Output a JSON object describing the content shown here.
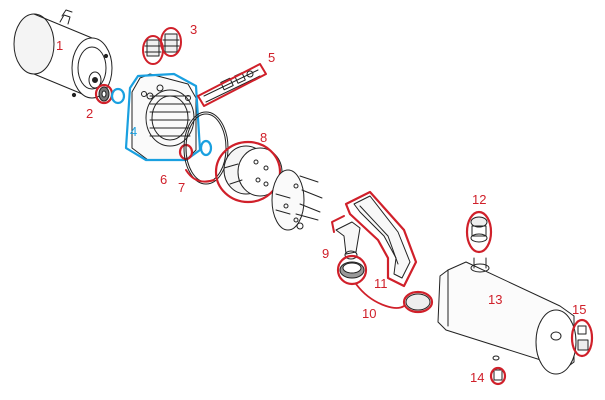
{
  "colors": {
    "label": "#d0202a",
    "highlight_red": "#d0202a",
    "highlight_blue": "#1aa0e0",
    "linework": "#222222"
  },
  "labels": {
    "l1": "1",
    "l2": "2",
    "l3": "3",
    "l4": "4",
    "l5": "5",
    "l6": "6",
    "l7": "7",
    "l8": "8",
    "l9": "9",
    "l10": "10",
    "l11": "11",
    "l12": "12",
    "l13": "13",
    "l14": "14",
    "l15": "15"
  }
}
